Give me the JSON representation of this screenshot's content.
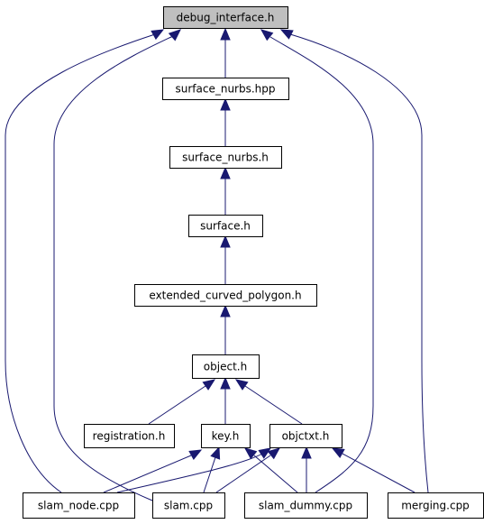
{
  "nodes": {
    "debug_interface_h": {
      "label": "debug_interface.h",
      "highlighted": true
    },
    "surface_nurbs_hpp": {
      "label": "surface_nurbs.hpp"
    },
    "surface_nurbs_h": {
      "label": "surface_nurbs.h"
    },
    "surface_h": {
      "label": "surface.h"
    },
    "extended_curved_polygon_h": {
      "label": "extended_curved_polygon.h"
    },
    "object_h": {
      "label": "object.h"
    },
    "registration_h": {
      "label": "registration.h"
    },
    "key_h": {
      "label": "key.h"
    },
    "objctxt_h": {
      "label": "objctxt.h"
    },
    "slam_node_cpp": {
      "label": "slam_node.cpp"
    },
    "slam_cpp": {
      "label": "slam.cpp"
    },
    "slam_dummy_cpp": {
      "label": "slam_dummy.cpp"
    },
    "merging_cpp": {
      "label": "merging.cpp"
    }
  },
  "edges": [
    {
      "from": "surface_nurbs_hpp",
      "to": "debug_interface_h"
    },
    {
      "from": "slam_node_cpp",
      "to": "debug_interface_h"
    },
    {
      "from": "slam_cpp",
      "to": "debug_interface_h"
    },
    {
      "from": "slam_dummy_cpp",
      "to": "debug_interface_h"
    },
    {
      "from": "merging_cpp",
      "to": "debug_interface_h"
    },
    {
      "from": "surface_nurbs_h",
      "to": "surface_nurbs_hpp"
    },
    {
      "from": "surface_h",
      "to": "surface_nurbs_h"
    },
    {
      "from": "extended_curved_polygon_h",
      "to": "surface_h"
    },
    {
      "from": "object_h",
      "to": "extended_curved_polygon_h"
    },
    {
      "from": "registration_h",
      "to": "object_h"
    },
    {
      "from": "key_h",
      "to": "object_h"
    },
    {
      "from": "objctxt_h",
      "to": "object_h"
    },
    {
      "from": "slam_node_cpp",
      "to": "key_h"
    },
    {
      "from": "slam_cpp",
      "to": "key_h"
    },
    {
      "from": "slam_dummy_cpp",
      "to": "key_h"
    },
    {
      "from": "slam_node_cpp",
      "to": "objctxt_h"
    },
    {
      "from": "slam_cpp",
      "to": "objctxt_h"
    },
    {
      "from": "slam_dummy_cpp",
      "to": "objctxt_h"
    },
    {
      "from": "merging_cpp",
      "to": "objctxt_h"
    }
  ],
  "colors": {
    "edge": "#191970",
    "node_border": "#000000",
    "node_fill": "#ffffff",
    "highlight_fill": "#bfbfbf"
  }
}
